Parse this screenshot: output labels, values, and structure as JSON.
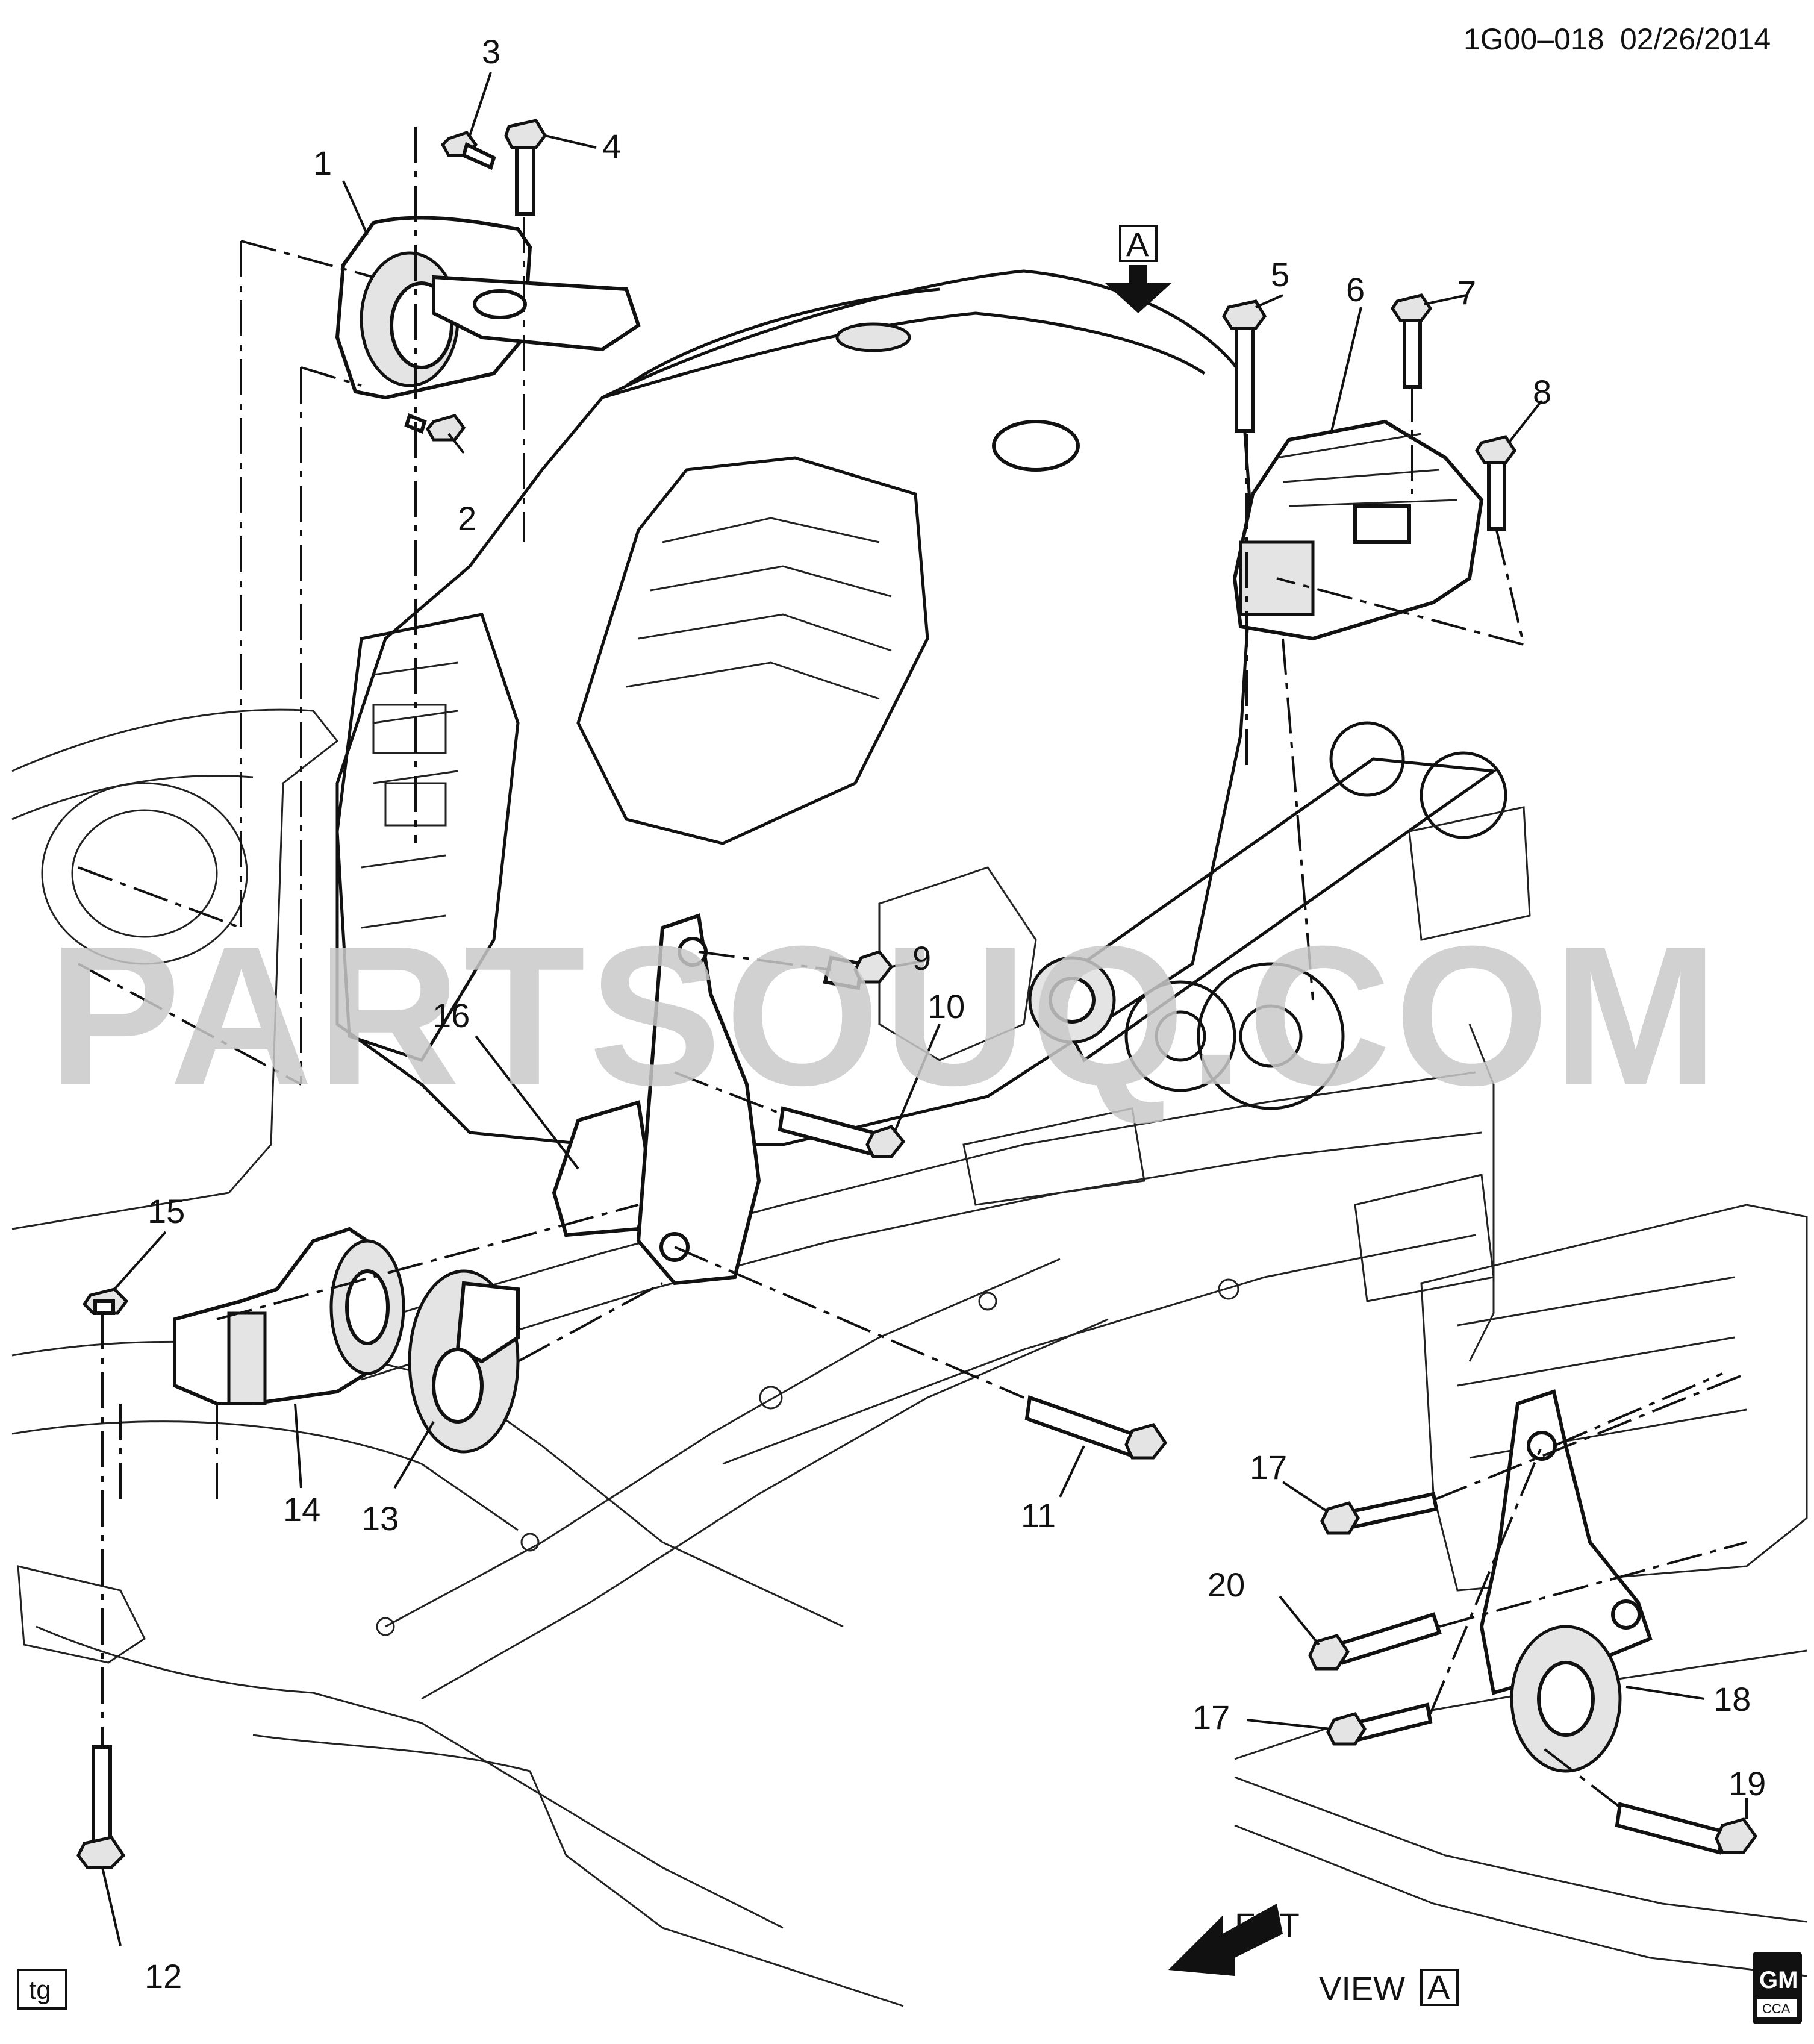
{
  "header": {
    "diagram_id": "1G00–018",
    "date": "02/26/2014"
  },
  "watermark": "PARTSOUQ.COM",
  "view_marker": {
    "letter": "A"
  },
  "view_label": {
    "text": "VIEW",
    "letter": "A"
  },
  "front_arrow": {
    "text": "FRT"
  },
  "corner_tag": "tg",
  "logo": {
    "brand": "GM",
    "sub": "CCA"
  },
  "callouts": [
    {
      "id": "c1",
      "label": "1"
    },
    {
      "id": "c2",
      "label": "2"
    },
    {
      "id": "c3",
      "label": "3"
    },
    {
      "id": "c4",
      "label": "4"
    },
    {
      "id": "c5",
      "label": "5"
    },
    {
      "id": "c6",
      "label": "6"
    },
    {
      "id": "c7",
      "label": "7"
    },
    {
      "id": "c8",
      "label": "8"
    },
    {
      "id": "c9",
      "label": "9"
    },
    {
      "id": "c10",
      "label": "10"
    },
    {
      "id": "c11",
      "label": "11"
    },
    {
      "id": "c12",
      "label": "12"
    },
    {
      "id": "c13",
      "label": "13"
    },
    {
      "id": "c14",
      "label": "14"
    },
    {
      "id": "c15",
      "label": "15"
    },
    {
      "id": "c16",
      "label": "16"
    },
    {
      "id": "c17a",
      "label": "17"
    },
    {
      "id": "c17b",
      "label": "17"
    },
    {
      "id": "c18",
      "label": "18"
    },
    {
      "id": "c19",
      "label": "19"
    },
    {
      "id": "c20",
      "label": "20"
    }
  ],
  "colors": {
    "line": "#111111",
    "watermark": "#c9c9c9",
    "background": "#ffffff"
  }
}
